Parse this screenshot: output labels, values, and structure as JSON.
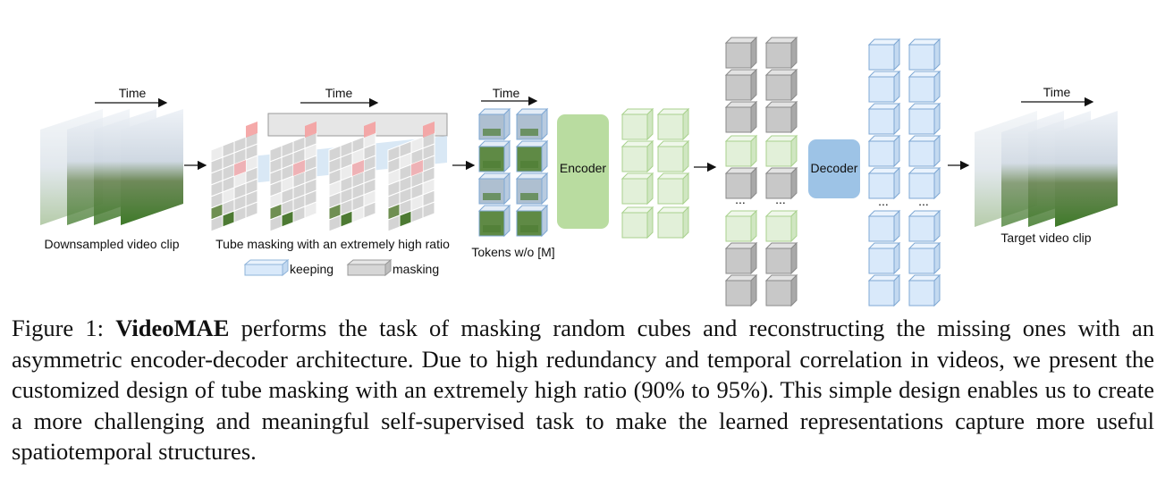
{
  "labels": {
    "time": "Time",
    "downsampled": "Downsampled video clip",
    "tube_masking": "Tube masking with an extremely high ratio",
    "tokens": "Tokens w/o [M]",
    "encoder": "Encoder",
    "decoder": "Decoder",
    "target": "Target video clip",
    "keeping": "keeping",
    "masking": "masking",
    "ellipsis": "..."
  },
  "caption": {
    "prefix": "Figure 1: ",
    "bold": "VideoMAE",
    "rest": " performs the task of masking random cubes and reconstructing the missing ones with an asymmetric encoder-decoder architecture. Due to high redundancy and temporal correlation in videos, we present the customized design of tube masking with an extremely high ratio (90% to 95%). This simple design enables us to create a more challenging and meaningful self-supervised task to make the learned representations capture more useful spatiotemporal structures."
  },
  "colors": {
    "encoder": "#b9dca0",
    "decoder": "#9dc3e6",
    "mask_cube": "#c0c0c0",
    "keep_cube": "#d9e9fa",
    "token_cube": "#e2f0d9",
    "mask_red": "#f4a0a0",
    "grass": "#3f7a2a"
  }
}
